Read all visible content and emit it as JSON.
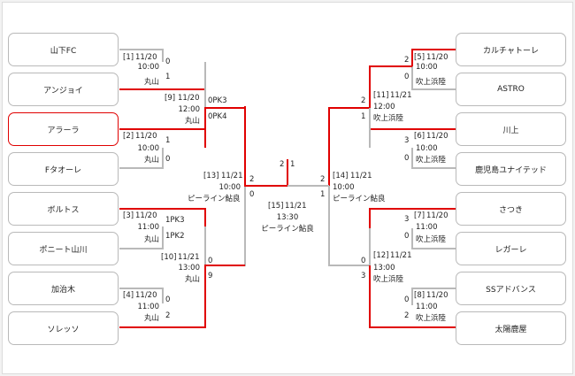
{
  "colors": {
    "win_line": "#e00000",
    "lose_line": "#b9b9b9",
    "text": "#222222",
    "box_border": "#b9b9b9"
  },
  "teams": {
    "left": [
      "山下FC",
      "アンジョイ",
      "アラーラ",
      "Fタオーレ",
      "ボルトス",
      "ポニート山川",
      "加治木",
      "ソレッソ"
    ],
    "right": [
      "カルチャトーレ",
      "ASTRO",
      "川上",
      "鹿児島ユナイテッド",
      "さつき",
      "レガーレ",
      "SSアドバンス",
      "太陽鹿屋"
    ]
  },
  "matches": {
    "m1": {
      "id": "[1]",
      "date": "11/20",
      "time": "10:00",
      "venue": "丸山",
      "score_a": "0",
      "score_b": "1"
    },
    "m2": {
      "id": "[2]",
      "date": "11/20",
      "time": "10:00",
      "venue": "丸山",
      "score_a": "1",
      "score_b": "0"
    },
    "m3": {
      "id": "[3]",
      "date": "11/20",
      "time": "11:00",
      "venue": "丸山",
      "score_a": "1PK3",
      "score_b": "1PK2"
    },
    "m4": {
      "id": "[4]",
      "date": "11/20",
      "time": "11:00",
      "venue": "丸山",
      "score_a": "0",
      "score_b": "2"
    },
    "m5": {
      "id": "[5]",
      "date": "11/20",
      "time": "10:00",
      "venue": "吹上浜陸",
      "score_a": "2",
      "score_b": "0"
    },
    "m6": {
      "id": "[6]",
      "date": "11/20",
      "time": "10:00",
      "venue": "吹上浜陸",
      "score_a": "3",
      "score_b": "0"
    },
    "m7": {
      "id": "[7]",
      "date": "11/20",
      "time": "11:00",
      "venue": "吹上浜陸",
      "score_a": "3",
      "score_b": "0"
    },
    "m8": {
      "id": "[8]",
      "date": "11/20",
      "time": "11:00",
      "venue": "吹上浜陸",
      "score_a": "0",
      "score_b": "2"
    },
    "m9": {
      "id": "[9]",
      "date": "11/20",
      "time": "12:00",
      "venue": "丸山",
      "score_a": "0PK3",
      "score_b": "0PK4"
    },
    "m10": {
      "id": "[10]",
      "date": "11/21",
      "time": "13:00",
      "venue": "丸山",
      "score_a": "0",
      "score_b": "9"
    },
    "m11": {
      "id": "[11]",
      "date": "11/21",
      "time": "12:00",
      "venue": "吹上浜陸",
      "score_a": "2",
      "score_b": "1"
    },
    "m12": {
      "id": "[12]",
      "date": "11/21",
      "time": "13:00",
      "venue": "吹上浜陸",
      "score_a": "0",
      "score_b": "3"
    },
    "m13": {
      "id": "[13]",
      "date": "11/21",
      "time": "10:00",
      "venue": "ピーライン鮎良",
      "score_a": "2",
      "score_b": "0"
    },
    "m14": {
      "id": "[14]",
      "date": "11/21",
      "time": "10:00",
      "venue": "ピーライン鮎良",
      "score_a": "2",
      "score_b": "1"
    },
    "m15": {
      "id": "[15]",
      "date": "11/21",
      "time": "13:30",
      "venue": "ピーライン鮎良",
      "score_a": "2",
      "score_b": "1"
    }
  }
}
